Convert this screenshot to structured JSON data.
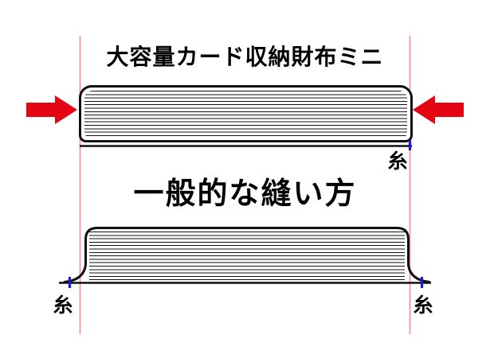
{
  "diagram": {
    "background": "#ffffff",
    "top_section": {
      "title": "大容量カード収納財布ミニ",
      "thread_label": "糸",
      "arrow_icons": [
        "compress-arrow-left",
        "compress-arrow-right"
      ]
    },
    "bottom_section": {
      "title": "一般的な縫い方",
      "thread_label_left": "糸",
      "thread_label_right": "糸"
    },
    "colors": {
      "outline": "#101010",
      "arrow_red": "#e50613",
      "guide_pink": "#f0908e",
      "stitch_blue": "#1b1bd0"
    }
  }
}
